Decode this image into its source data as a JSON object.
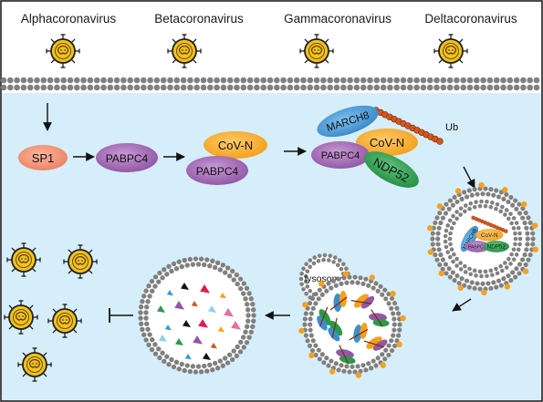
{
  "viruses": [
    "Alphacoronavirus",
    "Betacoronavirus",
    "Gammacoronavirus",
    "Deltacoronavirus"
  ],
  "proteins": {
    "sp1": "SP1",
    "pabpc4": "PABPC4",
    "covn": "CoV-N",
    "march8": "MARCH8",
    "ndp52": "NDP52",
    "ub": "Ub"
  },
  "organelles": {
    "lysosome": "lysosome"
  },
  "colors": {
    "cytoplasm": "#d6eef9",
    "membrane": "#808080",
    "virus_capsid": "#f2c319",
    "sp1": "#f08a6e",
    "pabpc4": "#9457a6",
    "covn": "#f6a01a",
    "march8": "#3b8fd0",
    "ndp52": "#2a9a4a",
    "ubiquitin": "#d2561c",
    "receptor_dot": "#f4a21e"
  }
}
